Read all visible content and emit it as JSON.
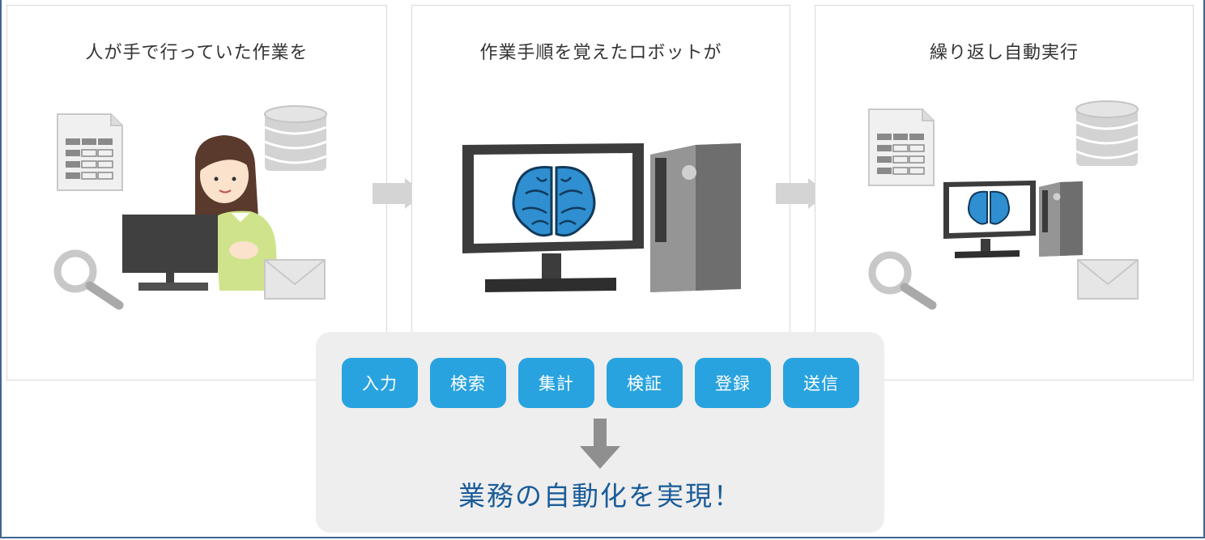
{
  "steps": [
    {
      "title": "人が手で行っていた作業を"
    },
    {
      "title": "作業手順を覚えたロボットが"
    },
    {
      "title": "繰り返し自動実行"
    }
  ],
  "tasks": [
    "入力",
    "検索",
    "集計",
    "検証",
    "登録",
    "送信"
  ],
  "result": "業務の自動化を実現！",
  "colors": {
    "tag_bg": "#29a3df",
    "result_text": "#1a5c99",
    "summary_bg": "#eeeeee",
    "brain": "#2f8fd0",
    "frame": "#3f6690"
  }
}
